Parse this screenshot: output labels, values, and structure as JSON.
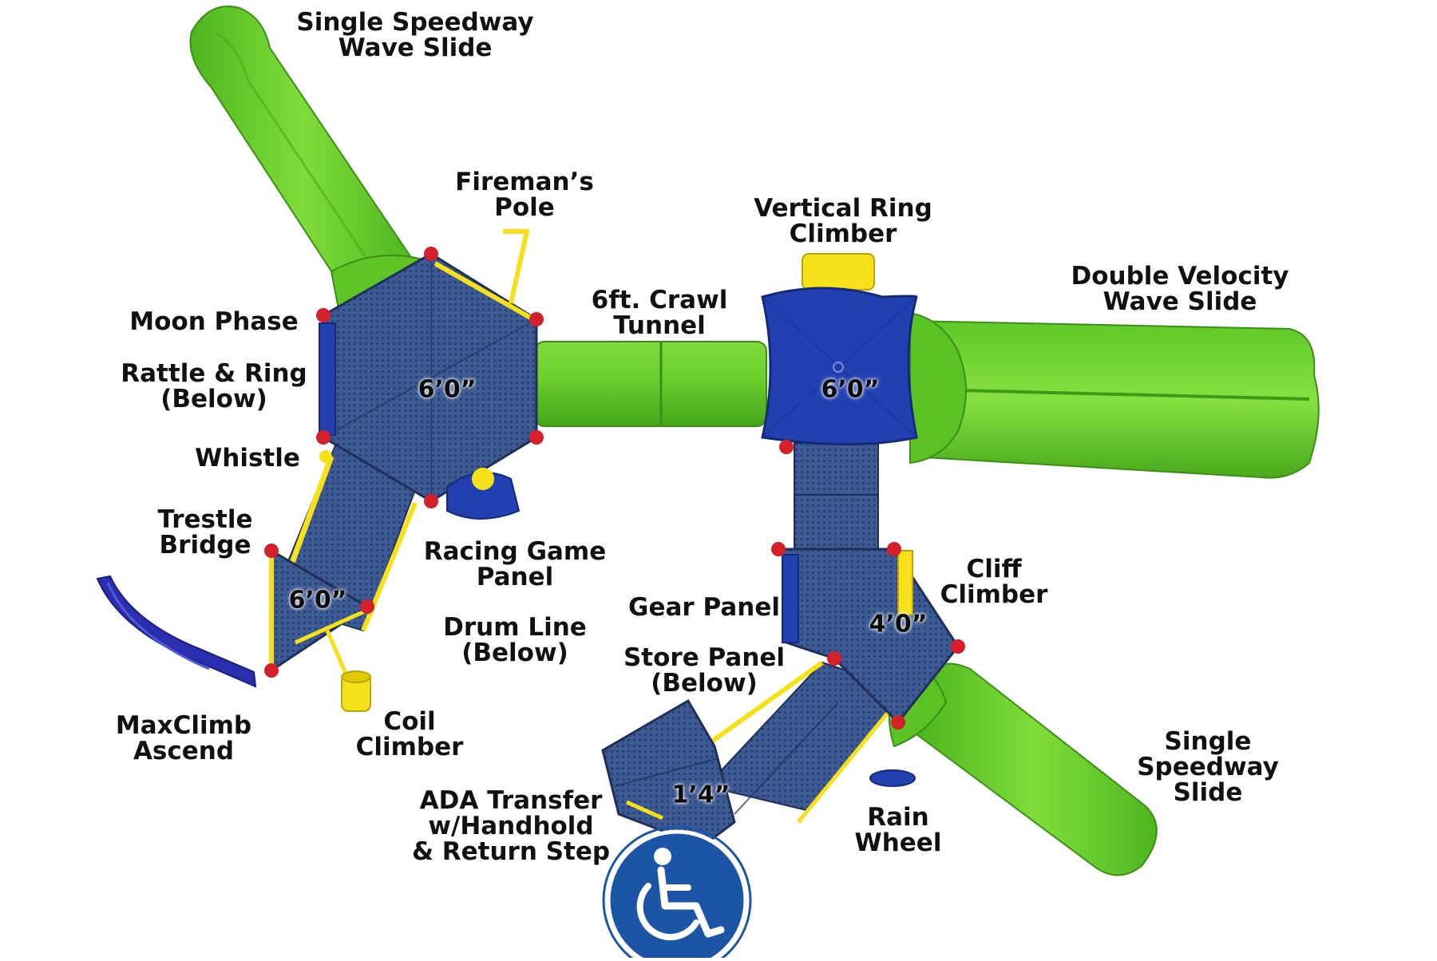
{
  "labels": {
    "single_speedway_wave_slide": [
      "Single Speedway",
      "Wave Slide"
    ],
    "firemans_pole": [
      "Fireman’s",
      "Pole"
    ],
    "vertical_ring_climber": [
      "Vertical Ring",
      "Climber"
    ],
    "double_velocity_wave_slide": [
      "Double Velocity",
      "Wave Slide"
    ],
    "moon_phase": [
      "Moon Phase"
    ],
    "crawl_tunnel": [
      "6ft. Crawl",
      "Tunnel"
    ],
    "rattle_ring": [
      "Rattle & Ring",
      "(Below)"
    ],
    "whistle": [
      "Whistle"
    ],
    "trestle_bridge": [
      "Trestle",
      "Bridge"
    ],
    "racing_game_panel": [
      "Racing Game",
      "Panel"
    ],
    "cliff_climber": [
      "Cliff",
      "Climber"
    ],
    "gear_panel": [
      "Gear Panel"
    ],
    "drum_line": [
      "Drum Line",
      "(Below)"
    ],
    "store_panel": [
      "Store Panel",
      "(Below)"
    ],
    "maxclimb_ascend": [
      "MaxClimb",
      "Ascend"
    ],
    "coil_climber": [
      "Coil",
      "Climber"
    ],
    "single_speedway_slide": [
      "Single",
      "Speedway",
      "Slide"
    ],
    "ada_transfer": [
      "ADA Transfer",
      "w/Handhold",
      "& Return Step"
    ],
    "rain_wheel": [
      "Rain",
      "Wheel"
    ]
  },
  "heights": {
    "hex_deck": "6’0”",
    "square_deck": "6’0”",
    "triangle_deck": "6’0”",
    "mid_deck": "4’0”",
    "transfer_deck": "1’4”"
  },
  "colors": {
    "slide_green": "#6fd12e",
    "deck_blue": "#34508a",
    "panel_blue": "#2340b0",
    "rail_yellow": "#f5e01a",
    "post_red": "#d4202a",
    "ada_blue": "#1d55a6"
  },
  "icons": {
    "accessibility": "wheelchair-icon"
  }
}
